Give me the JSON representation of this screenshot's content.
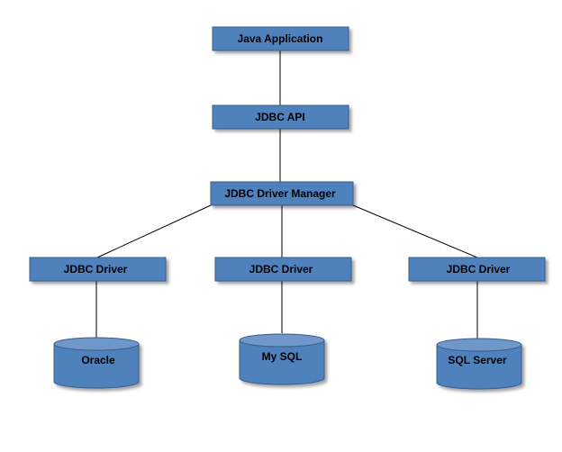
{
  "colors": {
    "box_fill": "#4f81bd",
    "box_edge": "#385d8a",
    "connector": "#000000",
    "label": "#000000"
  },
  "nodes": {
    "java_application": "Java Application",
    "jdbc_api": "JDBC API",
    "driver_manager": "JDBC Driver Manager",
    "drivers": [
      "JDBC Driver",
      "JDBC Driver",
      "JDBC Driver"
    ],
    "databases": [
      "Oracle",
      "My SQL",
      "SQL Server"
    ]
  }
}
